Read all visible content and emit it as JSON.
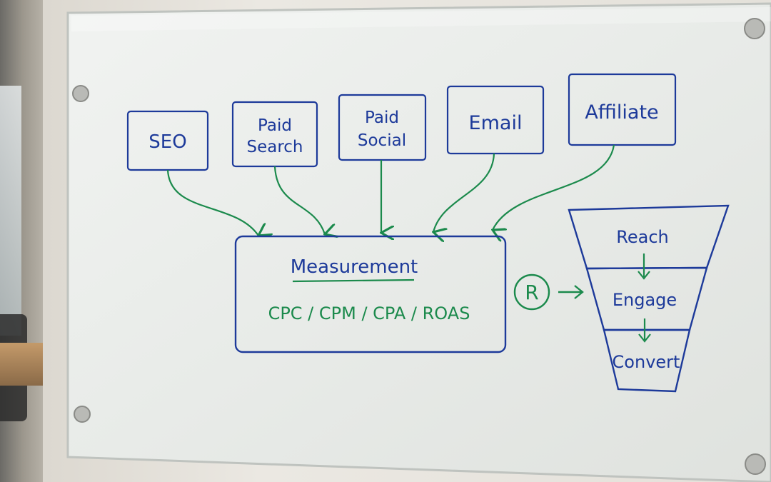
{
  "sources": [
    {
      "id": "seo",
      "lines": [
        "SEO"
      ]
    },
    {
      "id": "paid-search",
      "lines": [
        "Paid",
        "Search"
      ]
    },
    {
      "id": "paid-social",
      "lines": [
        "Paid",
        "Social"
      ]
    },
    {
      "id": "email",
      "lines": [
        "Email"
      ]
    },
    {
      "id": "affiliate",
      "lines": [
        "Affiliate"
      ]
    }
  ],
  "measurement": {
    "title": "Measurement",
    "metrics": "CPC / CPM / CPA / ROAS"
  },
  "connector": {
    "symbol": "R"
  },
  "funnel": {
    "stages": [
      "Reach",
      "Engage",
      "Convert"
    ]
  },
  "colors": {
    "marker_blue": "#1d3a9a",
    "marker_green": "#1b8a4c"
  }
}
